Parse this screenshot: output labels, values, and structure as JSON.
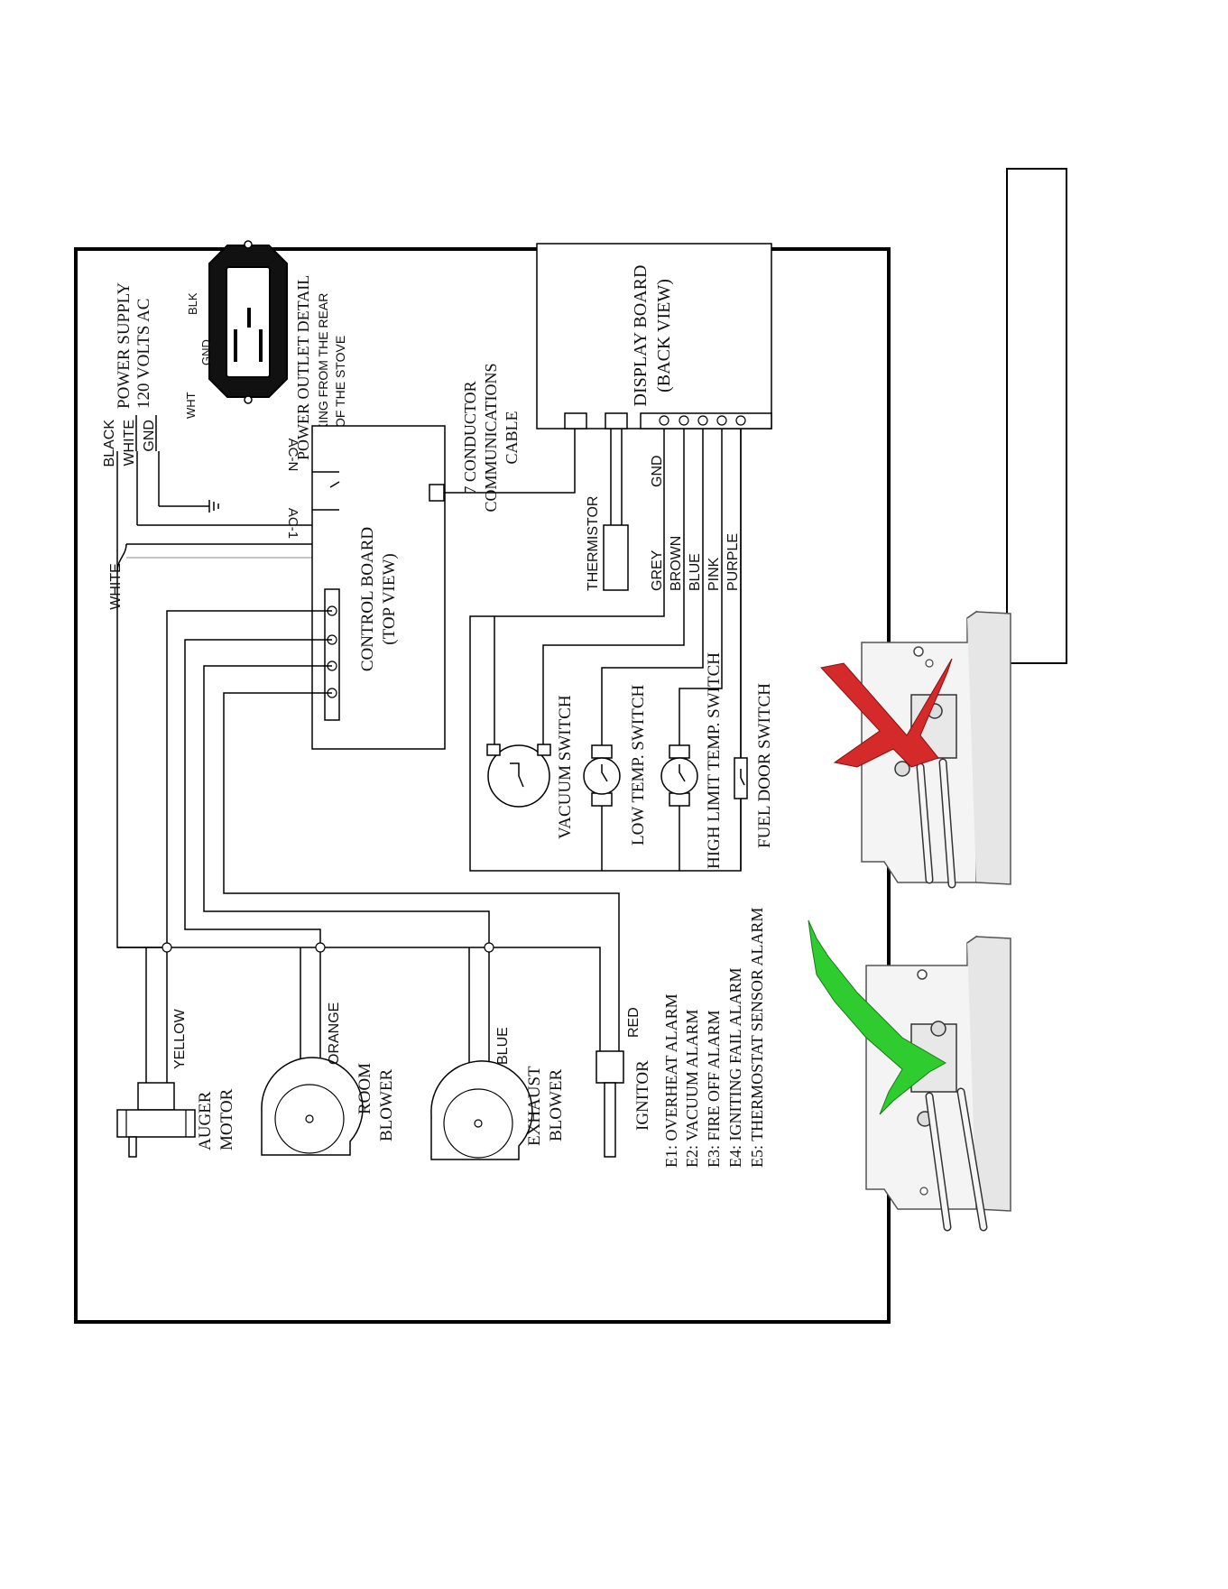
{
  "power": {
    "title": "POWER SUPPLY",
    "voltage": "120 VOLTS AC",
    "wires": {
      "black": "BLACK",
      "white": "WHITE",
      "gnd": "GND"
    },
    "outlet_pins": {
      "wht": "WHT",
      "gnd": "GND",
      "blk": "BLK"
    },
    "outlet_caption_1": "POWER OUTLET DETAIL",
    "outlet_caption_2": "LOOKING FROM THE REAR",
    "outlet_caption_3": "OF THE STOVE"
  },
  "control_board": {
    "line1": "CONTROL BOARD",
    "line2": "(TOP VIEW)",
    "acn": "AC-N",
    "ac1": "AC-1"
  },
  "display_board": {
    "line1": "DISPLAY BOARD",
    "line2": "(BACK VIEW)"
  },
  "comm_cable": {
    "line1": "7 CONDUCTOR",
    "line2": "COMMUNICATIONS",
    "line3": "CABLE"
  },
  "wire_labels": {
    "white": "WHITE",
    "gnd": "GND",
    "grey": "GREY",
    "brown": "BROWN",
    "blue": "BLUE",
    "pink": "PINK",
    "purple": "PURPLE",
    "yellow": "YELLOW",
    "orange": "ORANGE",
    "blue2": "BLUE",
    "red": "RED"
  },
  "components": {
    "thermistor": "THERMISTOR",
    "vacuum_switch": "VACUUM SWITCH",
    "low_temp_switch": "LOW TEMP. SWITCH",
    "high_limit_switch": "HIGH LIMIT TEMP. SWITCH",
    "fuel_door_switch": "FUEL DOOR SWITCH",
    "auger_1": "AUGER",
    "auger_2": "MOTOR",
    "room_1": "ROOM",
    "room_2": "BLOWER",
    "exhaust_1": "EXHAUST",
    "exhaust_2": "BLOWER",
    "ignitor": "IGNITOR"
  },
  "alarms": [
    "E1: OVERHEAT ALARM",
    "E2: VACUUM ALARM",
    "E3: FIRE OFF ALARM",
    "E4: IGNITING FAIL ALARM",
    "E5: THERMOSTAT SENSOR ALARM"
  ],
  "colors": {
    "wrong_mark": "#d42a2a",
    "right_mark": "#2fcc2f"
  }
}
